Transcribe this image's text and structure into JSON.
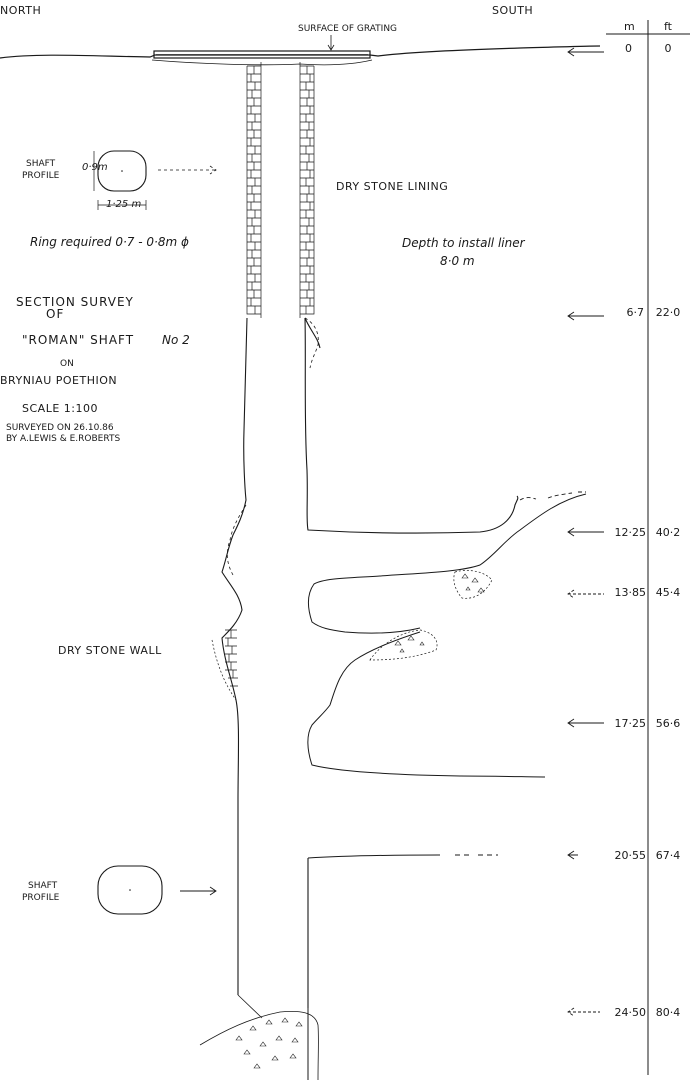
{
  "compass": {
    "north": "NORTH",
    "south": "SOUTH"
  },
  "surface_label": "SURFACE OF GRATING",
  "scale_header": {
    "m": "m",
    "ft": "ft"
  },
  "depths": [
    {
      "m": "0",
      "ft": "0"
    },
    {
      "m": "6·7",
      "ft": "22·0"
    },
    {
      "m": "12·25",
      "ft": "40·2"
    },
    {
      "m": "13·85",
      "ft": "45·4"
    },
    {
      "m": "17·25",
      "ft": "56·6"
    },
    {
      "m": "20·55",
      "ft": "67·4"
    },
    {
      "m": "24·50",
      "ft": "80·4"
    }
  ],
  "shaft_profile_top": {
    "label_1": "SHAFT",
    "label_2": "PROFILE",
    "dim_height": "0·9m",
    "dim_width": "1·25 m"
  },
  "shaft_profile_bottom": {
    "label_1": "SHAFT",
    "label_2": "PROFILE"
  },
  "dry_stone_lining": "DRY STONE LINING",
  "dry_stone_wall": "DRY STONE WALL",
  "ring_note": "Ring required 0·7 - 0·8m ϕ",
  "liner_note": {
    "line_1": "Depth to install liner",
    "line_2": "8·0 m"
  },
  "title_block": {
    "line_1": "SECTION SURVEY",
    "line_2": "OF",
    "line_3": "\"ROMAN\" SHAFT",
    "number": "No 2",
    "line_4": "ON",
    "line_5": "BRYNIAU POETHION",
    "scale": "SCALE 1:100",
    "surveyed": "SURVEYED ON 26.10.86",
    "by": "BY A.LEWIS & E.ROBERTS"
  }
}
